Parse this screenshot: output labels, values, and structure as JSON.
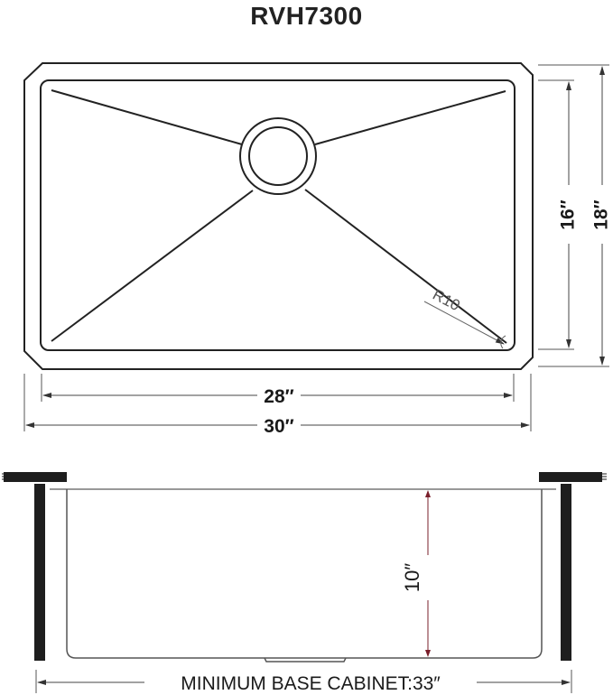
{
  "title": "RVH7300",
  "top_view": {
    "inner_width_label": "28″",
    "outer_width_label": "30″",
    "inner_depth_label": "16″",
    "outer_depth_label": "18″",
    "corner_radius_label": "R10"
  },
  "side_view": {
    "bowl_depth_label": "10″",
    "cabinet_label": "MINIMUM BASE CABINET:33″"
  },
  "colors": {
    "line": "#222222",
    "dim_line": "#555555",
    "countertop": "#1e1e1e",
    "depth_arrow": "#7a1f2b"
  }
}
